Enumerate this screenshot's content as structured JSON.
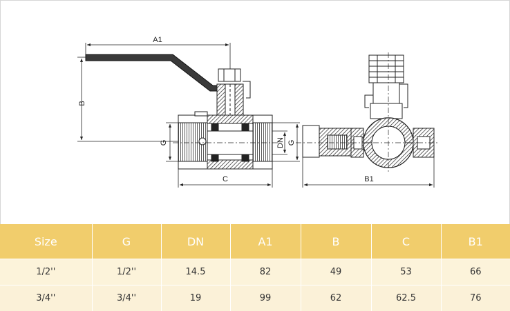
{
  "diagram": {
    "dimension_labels": {
      "a1": "A1",
      "b": "B",
      "g_left": "G",
      "dn": "DN",
      "g_right": "G",
      "c": "C",
      "b1": "B1"
    }
  },
  "spec_table": {
    "header_color": "#f1cd6c",
    "row_color": "#fcf3da",
    "columns": [
      "Size",
      "G",
      "DN",
      "A1",
      "B",
      "C",
      "B1"
    ],
    "rows": [
      [
        "1/2''",
        "1/2''",
        "14.5",
        "82",
        "49",
        "53",
        "66"
      ],
      [
        "3/4''",
        "3/4''",
        "19",
        "99",
        "62",
        "62.5",
        "76"
      ]
    ]
  }
}
